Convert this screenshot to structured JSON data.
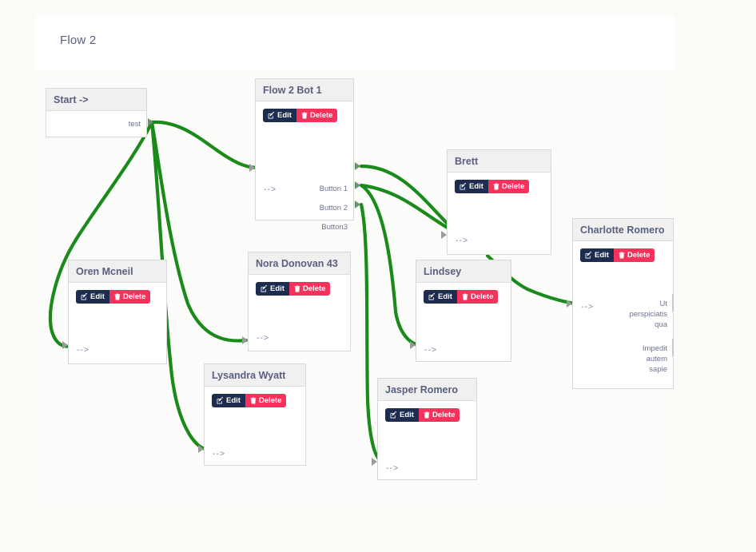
{
  "header": {
    "title": "Flow 2"
  },
  "icons": {
    "edit": "edit-pencil-icon",
    "delete": "trash-icon"
  },
  "colors": {
    "edge": "#1a8a1a",
    "edit_button": "#1d2c4f",
    "delete_button": "#f5325c",
    "node_header": "#f0f0f0",
    "title_text": "#5a6080",
    "page_background": "#fbfbf8"
  },
  "buttons": {
    "edit_label": "Edit",
    "delete_label": "Delete"
  },
  "nodes": [
    {
      "id": "start",
      "title": "Start ->",
      "has_actions": false,
      "inputs": [],
      "outputs": [
        "test"
      ]
    },
    {
      "id": "flow2bot1",
      "title": "Flow 2 Bot 1",
      "has_actions": true,
      "inputs": [
        "-->"
      ],
      "outputs": [
        "Button 1",
        "Button 2",
        "Button3"
      ]
    },
    {
      "id": "oren",
      "title": "Oren Mcneil",
      "has_actions": true,
      "inputs": [
        "-->"
      ],
      "outputs": []
    },
    {
      "id": "nora",
      "title": "Nora Donovan 43",
      "has_actions": true,
      "inputs": [
        "-->"
      ],
      "outputs": []
    },
    {
      "id": "lysandra",
      "title": "Lysandra Wyatt",
      "has_actions": true,
      "inputs": [
        "-->"
      ],
      "outputs": []
    },
    {
      "id": "brett",
      "title": "Brett",
      "has_actions": true,
      "inputs": [
        "-->"
      ],
      "outputs": []
    },
    {
      "id": "lindsey",
      "title": "Lindsey",
      "has_actions": true,
      "inputs": [
        "-->"
      ],
      "outputs": []
    },
    {
      "id": "jasper",
      "title": "Jasper Romero",
      "has_actions": true,
      "inputs": [
        "-->"
      ],
      "outputs": []
    },
    {
      "id": "charlotte",
      "title": "Charlotte Romero",
      "has_actions": true,
      "inputs": [
        "-->"
      ],
      "outputs": [
        "Ut\nperspiciatis\nqua",
        "Impedit\nautem\nsapie"
      ]
    }
  ]
}
